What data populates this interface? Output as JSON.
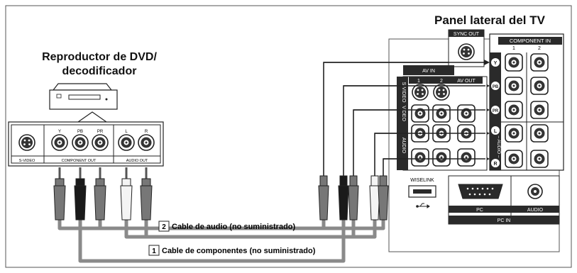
{
  "tv_panel_title": "Panel lateral del TV",
  "dvd_title_line1": "Reproductor de DVD/",
  "dvd_title_line2": "decodificador",
  "dvd_jacks": {
    "svideo": "S-VIDEO",
    "y": "Y",
    "pb": "PB",
    "pr": "PR",
    "component_out": "COMPONENT OUT",
    "l": "L",
    "r": "R",
    "audio_out": "AUDIO OUT"
  },
  "tv_jacks": {
    "sync_out": "SYNC OUT",
    "component_in": "COMPONENT IN",
    "col1": "1",
    "col2": "2",
    "av_in": "AV IN",
    "av_col1": "1",
    "av_col2": "2",
    "av_out": "AV OUT",
    "s_video": "S-VIDEO",
    "video": "VIDEO",
    "audio": "AUDIO",
    "y": "Y",
    "pb": "PB",
    "pr": "PR",
    "l": "L",
    "r": "R",
    "audio_side": "– AUDIO –",
    "wiselink": "WISELINK",
    "pc": "PC",
    "pc_audio": "AUDIO",
    "pc_in": "PC IN"
  },
  "cables": [
    {
      "number": "2",
      "label": "Cable de audio (no suministrado)"
    },
    {
      "number": "1",
      "label": "Cable de componentes (no suministrado)"
    }
  ],
  "colors": {
    "cable_gray": "#8a8a8a",
    "plug_dark": "#1a1a1a",
    "plug_gray": "#777777",
    "plug_white": "#f4f4f4"
  }
}
